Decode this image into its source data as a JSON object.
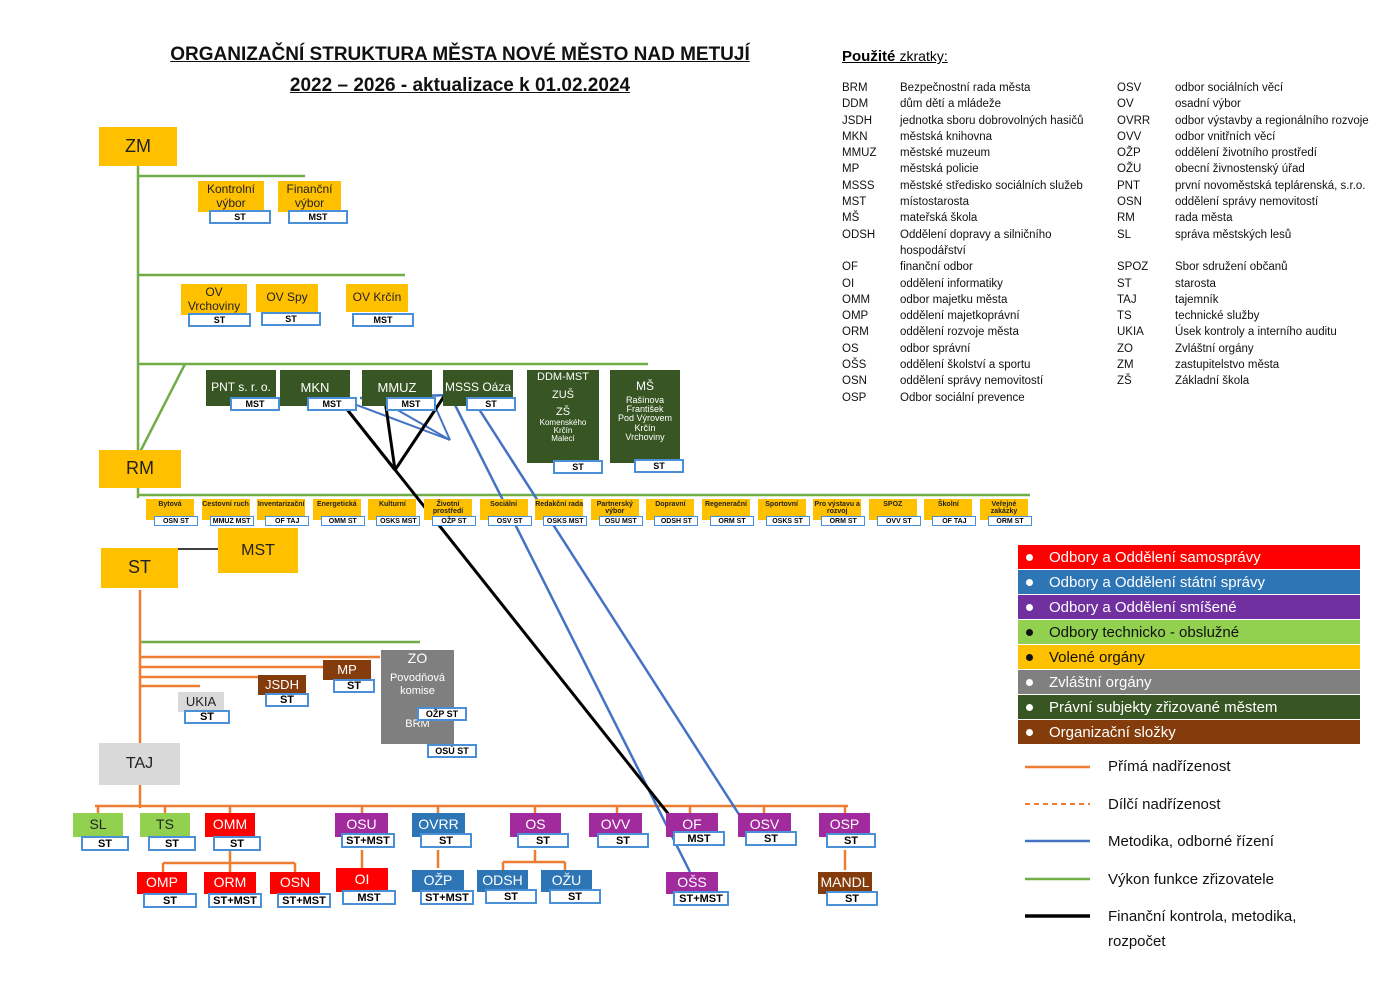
{
  "title": {
    "line1": "ORGANIZAČNÍ STRUKTURA MĚSTA NOVÉ MĚSTO NAD METUJÍ",
    "line2": "2022 – 2026  - aktualizace k 01.02.2024"
  },
  "abbreviations": {
    "heading": "Použité",
    "heading_rest": "zkratky:",
    "left": [
      {
        "code": "BRM",
        "text": "Bezpečnostní rada města"
      },
      {
        "code": "DDM",
        "text": "dům dětí a mládeže"
      },
      {
        "code": "JSDH",
        "text": "jednotka sboru dobrovolných hasičů"
      },
      {
        "code": "MKN",
        "text": "městská knihovna"
      },
      {
        "code": "MMUZ",
        "text": "městské muzeum"
      },
      {
        "code": "MP",
        "text": "městská policie"
      },
      {
        "code": "MSSS",
        "text": "městské středisko sociálních služeb"
      },
      {
        "code": "MST",
        "text": "místostarosta"
      },
      {
        "code": "MŠ",
        "text": "mateřská škola"
      },
      {
        "code": "ODSH",
        "text": "Oddělení dopravy a silničního"
      },
      {
        "code": "",
        "text": "hospodářství"
      },
      {
        "code": "OF",
        "text": "finanční odbor"
      },
      {
        "code": "OI",
        "text": "oddělení informatiky"
      },
      {
        "code": "OMM",
        "text": "odbor majetku města"
      },
      {
        "code": "OMP",
        "text": "oddělení majetkoprávní"
      },
      {
        "code": "ORM",
        "text": "oddělení rozvoje města"
      },
      {
        "code": "OS",
        "text": "odbor správní"
      },
      {
        "code": "OŠS",
        "text": "oddělení školství a sportu"
      },
      {
        "code": "OSN",
        "text": "oddělení správy nemovitostí"
      },
      {
        "code": "OSP",
        "text": "Odbor sociální prevence"
      }
    ],
    "right": [
      {
        "code": "OSV",
        "text": "odbor sociálních věcí"
      },
      {
        "code": "OV",
        "text": "osadní výbor"
      },
      {
        "code": "OVRR",
        "text": "odbor výstavby a regionálního rozvoje"
      },
      {
        "code": "OVV",
        "text": "odbor vnitřních věcí"
      },
      {
        "code": "OŽP",
        "text": "oddělení životního prostředí"
      },
      {
        "code": "OŽU",
        "text": "obecní živnostenský úřad"
      },
      {
        "code": "PNT",
        "text": "první novoměstská teplárenská, s.r.o."
      },
      {
        "code": "OSN",
        "text": "oddělení správy nemovitostí"
      },
      {
        "code": "RM",
        "text": "rada města"
      },
      {
        "code": "SL",
        "text": "správa městských lesů"
      },
      {
        "code": "",
        "text": ""
      },
      {
        "code": "SPOZ",
        "text": "Sbor sdružení občanů"
      },
      {
        "code": "ST",
        "text": "starosta"
      },
      {
        "code": "TAJ",
        "text": "tajemník"
      },
      {
        "code": "TS",
        "text": "technické služby"
      },
      {
        "code": "UKIA",
        "text": "Úsek kontroly a interního auditu"
      },
      {
        "code": "ZO",
        "text": "Zvláštní orgány"
      },
      {
        "code": "ZM",
        "text": "zastupitelstvo města"
      },
      {
        "code": "ZŠ",
        "text": "Základní škola"
      }
    ]
  },
  "colors": {
    "elected": "#FFC000",
    "legal": "#375623",
    "special": "#7F7F7F",
    "technical": "#92D050",
    "self_gov": "#FF0000",
    "state": "#2E75B6",
    "mixed": "#A12A9C",
    "org_unit": "#843C0C",
    "line_direct": "#ED7D31",
    "line_method": "#4472C4",
    "line_founder": "#70AD47",
    "line_finance": "#000000"
  },
  "nodes": {
    "zm": "ZM",
    "kontrolni": "Kontrolní výbor",
    "kontrolni_tag": "ST",
    "financni": "Finanční výbor",
    "financni_tag": "MST",
    "ov_vrch": "OV Vrchoviny",
    "ov_vrch_tag": "ST",
    "ov_spy": "OV Spy",
    "ov_spy_tag": "ST",
    "ov_krcin": "OV Krčín",
    "ov_krcin_tag": "MST",
    "pnt": "PNT s. r. o.",
    "pnt_tag": "MST",
    "mkn": "MKN",
    "mkn_tag": "MST",
    "mmuz": "MMUZ",
    "mmuz_tag": "MST",
    "msss": "MSSS Oáza",
    "msss_tag": "ST",
    "ddm_l1": "DDM-MST",
    "ddm_l2": "ZUŠ",
    "ddm_l3": "ZŠ",
    "ddm_l4": "Komenského",
    "ddm_l5": "Krčín",
    "ddm_l6": "Malecí",
    "ddm_tag": "ST",
    "ms_l1": "MŠ",
    "ms_l2": "Rašínova",
    "ms_l3": "František",
    "ms_l4": "Pod Výrovem",
    "ms_l5": "Krčín",
    "ms_l6": "Vrchoviny",
    "ms_tag": "ST",
    "rm": "RM",
    "st": "ST",
    "mst": "MST",
    "zo_l1": "ZO",
    "zo_l2": "Povodňová",
    "zo_l3": "komise",
    "zo_tag1": "OŽP  ST",
    "zo_l4": "BRM",
    "zo_tag2": "OSÚ  ST",
    "mp": "MP",
    "mp_tag": "ST",
    "jsdh": "JSDH",
    "jsdh_tag": "ST",
    "ukia": "UKIA",
    "ukia_tag": "ST",
    "taj": "TAJ",
    "sl": "SL",
    "sl_tag": "ST",
    "ts": "TS",
    "ts_tag": "ST",
    "omm": "OMM",
    "omm_tag": "ST",
    "osu": "OSU",
    "osu_tag": "ST+MST",
    "ovrr": "OVRR",
    "ovrr_tag": "ST",
    "os": "OS",
    "os_tag": "ST",
    "ovv": "OVV",
    "ovv_tag": "ST",
    "of": "OF",
    "of_tag": "MST",
    "osv": "OSV",
    "osv_tag": "ST",
    "osp": "OSP",
    "osp_tag": "ST",
    "omp": "OMP",
    "omp_tag": "ST",
    "orm": "ORM",
    "orm_tag": "ST+MST",
    "osn": "OSN",
    "osn_tag": "ST+MST",
    "oi": "OI",
    "oi_tag": "MST",
    "ozp": "OŽP",
    "ozp_tag": "ST+MST",
    "odsh": "ODSH",
    "odsh_tag": "ST",
    "ozu": "OŽU",
    "ozu_tag": "ST",
    "oss": "OŠS",
    "oss_tag": "ST+MST",
    "mandl": "MANDL",
    "mandl_tag": "ST"
  },
  "commissions": [
    {
      "name": "Bytová",
      "tag": "OSN  ST"
    },
    {
      "name": "Cestovní ruch",
      "tag": "MMUZ  MST"
    },
    {
      "name": "Inventarizační",
      "tag": "OF  TAJ"
    },
    {
      "name": "Energetická",
      "tag": "OMM  ST"
    },
    {
      "name": "Kulturní",
      "tag": "OSKS  MST"
    },
    {
      "name": "Životní prostředí",
      "tag": "OŽP  ST"
    },
    {
      "name": "Sociální",
      "tag": "OSV  ST"
    },
    {
      "name": "Redakční rada",
      "tag": "OSKS  MST"
    },
    {
      "name": "Partnerský výbor",
      "tag": "OSU  MST"
    },
    {
      "name": "Dopravní",
      "tag": "ODSH  ST"
    },
    {
      "name": "Regenerační",
      "tag": "ORM  ST"
    },
    {
      "name": "Sportovní",
      "tag": "OSKS  ST"
    },
    {
      "name": "Pro výstavu a rozvoj",
      "tag": "ORM  ST"
    },
    {
      "name": "SPOZ",
      "tag": "OVV  ST"
    },
    {
      "name": "Školní",
      "tag": "OF  TAJ"
    },
    {
      "name": "Veřejné zakázky",
      "tag": "ORM  ST"
    }
  ],
  "legend": {
    "categories": [
      {
        "label": "Odbory a Oddělení samosprávy",
        "color": "#FF0000"
      },
      {
        "label": "Odbory a Oddělení státní správy",
        "color": "#2E75B6"
      },
      {
        "label": "Odbory a Oddělení smíšené",
        "color": "#7030A0"
      },
      {
        "label": "Odbory technicko - obslužné",
        "color": "#92D050"
      },
      {
        "label": "Volené orgány",
        "color": "#FFC000"
      },
      {
        "label": "Zvláštní orgány",
        "color": "#808080"
      },
      {
        "label": "Právní subjekty zřizované městem",
        "color": "#375623"
      },
      {
        "label": "Organizační složky",
        "color": "#843C0C"
      }
    ],
    "lines": [
      {
        "label": "Přímá nadřízenost"
      },
      {
        "label": "Dílčí nadřízenost"
      },
      {
        "label": "Metodika, odborné řízení"
      },
      {
        "label": "Výkon funkce zřizovatele"
      },
      {
        "label": "Finanční kontrola, metodika,"
      },
      {
        "label": "rozpočet"
      }
    ]
  }
}
